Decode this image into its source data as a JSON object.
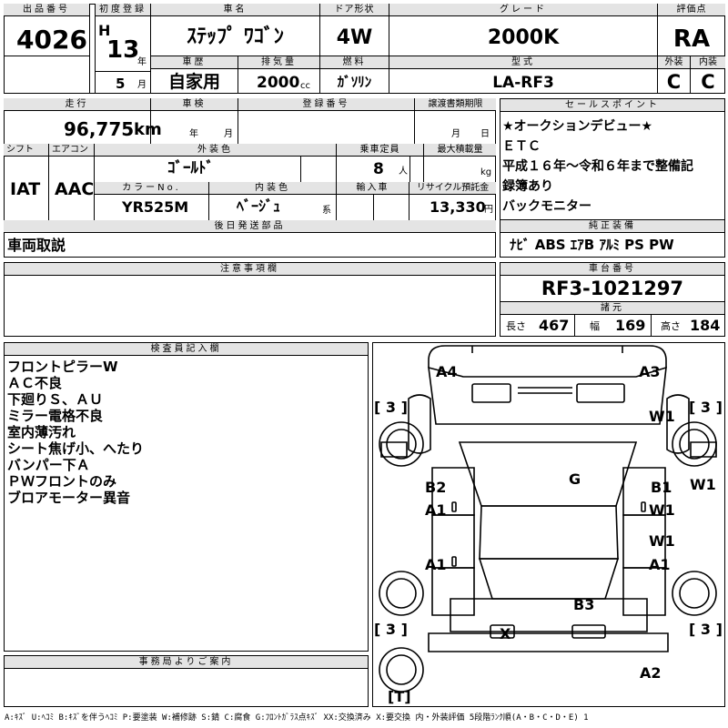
{
  "header": {
    "lot_label": "出品番号",
    "lot_no": "4026",
    "first_reg_label": "初度登録",
    "era": "H",
    "year": "13",
    "year_unit": "年",
    "month": "5",
    "month_unit": "月",
    "car_name_label": "車名",
    "car_name": "ｽﾃｯﾌﾟ ﾜｺﾞﾝ",
    "door_label": "ドア形状",
    "door": "4W",
    "grade_label": "グレード",
    "grade": "2000K",
    "score_label": "評価点",
    "score": "RA",
    "history_label": "車歴",
    "history": "自家用",
    "displacement_label": "排気量",
    "displacement": "2000",
    "displacement_unit": "cc",
    "fuel_label": "燃料",
    "fuel": "ｶﾞｿﾘﾝ",
    "model_label": "型式",
    "model": "LA-RF3",
    "exterior_label": "外装",
    "exterior": "C",
    "interior_label": "内装",
    "interior": "C"
  },
  "row2": {
    "mileage_label": "走行",
    "mileage": "96,775",
    "mileage_unit": "km",
    "inspection_label": "車検",
    "insp_year_unit": "年",
    "insp_month_unit": "月",
    "reg_no_label": "登録番号",
    "transfer_label": "譲渡書類期限",
    "transfer_month_unit": "月",
    "transfer_day_unit": "日",
    "shift_label": "シフト",
    "shift": "IAT",
    "ac_label": "エアコン",
    "ac": "AAC",
    "ext_color_label": "外装色",
    "ext_color": "ｺﾞｰﾙﾄﾞ",
    "capacity_label": "乗車定員",
    "capacity": "8",
    "capacity_unit": "人",
    "max_load_label": "最大積載量",
    "max_load_unit": "kg",
    "color_no_label": "カラーNo.",
    "color_no": "YR525M",
    "int_color_label": "内装色",
    "int_color": "ﾍﾞｰｼﾞｭ",
    "int_color_unit": "系",
    "import_label": "輸入車",
    "recycle_label": "リサイクル預託金",
    "recycle": "13,330",
    "recycle_unit": "円",
    "later_parts_label": "後日発送部品",
    "later_parts": "車両取説"
  },
  "sales": {
    "label": "セールスポイント",
    "lines": [
      "★オークションデビュー★",
      "ＥＴＣ",
      "平成１６年～令和６年まで整備記",
      "録簿あり",
      "バックモニター"
    ]
  },
  "equipment": {
    "label": "純正装備",
    "items": "ﾅﾋﾞ ABS ｴｱB ｱﾙﾐ PS PW"
  },
  "caution": {
    "label": "注意事項欄"
  },
  "chassis": {
    "label": "車台番号",
    "value": "RF3-1021297"
  },
  "spec": {
    "label": "諸元",
    "length_label": "長さ",
    "length": "467",
    "width_label": "幅",
    "width": "169",
    "height_label": "高さ",
    "height": "184"
  },
  "inspector": {
    "label": "検査員記入欄",
    "lines": [
      "フロントピラーW",
      "ＡＣ不良",
      "下廻りＳ、ＡＵ",
      "ミラー電格不良",
      "室内薄汚れ",
      "シート焦げ小、へたり",
      "バンパー下Ａ",
      "ＰＷフロントのみ",
      "ブロアモーター異音"
    ]
  },
  "office": {
    "label": "事務局よりご案内"
  },
  "diagram": {
    "marks": {
      "a4": "A4",
      "a3": "A3",
      "w1_fr": "W1",
      "w1_side": "W1",
      "g": "G",
      "b2": "B2",
      "a1_l1": "A1",
      "b1": "B1",
      "w1_r1": "W1",
      "w1_r2": "W1",
      "a1_l2": "A1",
      "a1_r2": "A1",
      "b3": "B3",
      "x": "X",
      "a2": "A2"
    },
    "tires": {
      "fl": "[ 3 ]",
      "fr": "[ 3 ]",
      "rl": "[ 3 ]",
      "rr": "[ 3 ]",
      "spare": "[T]"
    },
    "tire_marks": {
      "fr": "W1"
    }
  },
  "legend": "A:ｷｽﾞ U:ﾍｺﾐ B:ｷｽﾞを伴うﾍｺﾐ P:要塗装 W:補修跡 S:錆 C:腐食 G:ﾌﾛﾝﾄｶﾞﾗｽ点ｷｽﾞ XX:交換済み X:要交換 内・外装評価 5段階ﾗﾝｸ順(A・B・C・D・E) 1"
}
